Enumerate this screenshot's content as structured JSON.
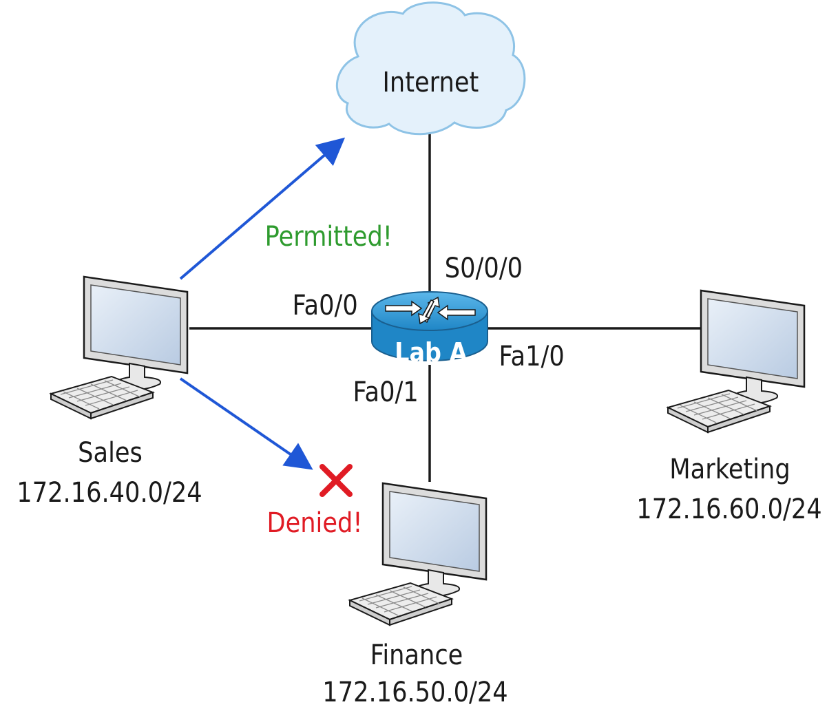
{
  "colors": {
    "line": "#1a1a1a",
    "arrow": "#1f57d6",
    "permitted": "#2e9b2e",
    "denied": "#e01b24",
    "cloud_fill": "#e4f1fb",
    "cloud_stroke": "#8ec3e6",
    "router": "#2a97d4",
    "screen": "#c9d8ec"
  },
  "cloud": {
    "label": "Internet"
  },
  "router": {
    "name": "Lab A",
    "icon": "router-icon"
  },
  "interfaces": {
    "s0": "S0/0/0",
    "fa00": "Fa0/0",
    "fa01": "Fa0/1",
    "fa10": "Fa1/0"
  },
  "hosts": {
    "sales": {
      "name": "Sales",
      "network": "172.16.40.0/24",
      "icon": "computer-icon"
    },
    "marketing": {
      "name": "Marketing",
      "network": "172.16.60.0/24",
      "icon": "computer-icon"
    },
    "finance": {
      "name": "Finance",
      "network": "172.16.50.0/24",
      "icon": "computer-icon"
    }
  },
  "flows": {
    "permitted": "Permitted!",
    "denied": "Denied!"
  }
}
